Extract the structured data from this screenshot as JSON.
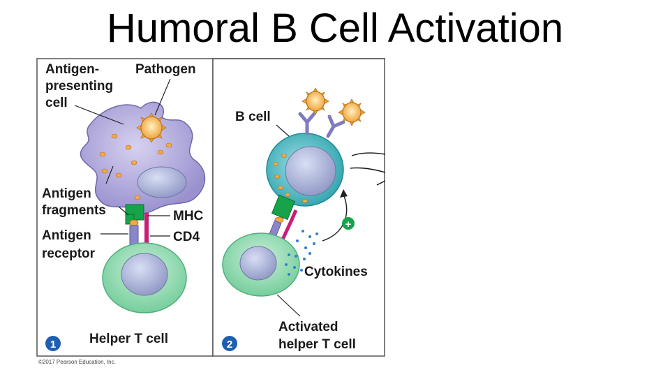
{
  "slide": {
    "title": "Humoral B Cell Activation"
  },
  "panel1": {
    "label_apc": [
      "Antigen-",
      "presenting",
      "cell"
    ],
    "label_pathogen": "Pathogen",
    "label_fragments": [
      "Antigen",
      "fragments"
    ],
    "label_mhc": "MHC",
    "label_cd4": "CD4",
    "label_receptor": [
      "Antigen",
      "receptor"
    ],
    "label_helper": "Helper T cell",
    "step": "1"
  },
  "panel2": {
    "label_bcell": "B cell",
    "label_cytokines": "Cytokines",
    "label_activated": [
      "Activated",
      "helper T cell"
    ],
    "plus_sign": "+",
    "step": "2"
  },
  "copyright": "©2017 Pearson Education, Inc.",
  "colors": {
    "apc": "#b9b2df",
    "bcell": "#5fbfc6",
    "tcell": "#9fdcb8",
    "mhc": "#16a34a",
    "cd4": "#c81e78",
    "receptor": "#8a86c9",
    "antigen": "#f3a94a",
    "badge": "#1f5fb2"
  }
}
